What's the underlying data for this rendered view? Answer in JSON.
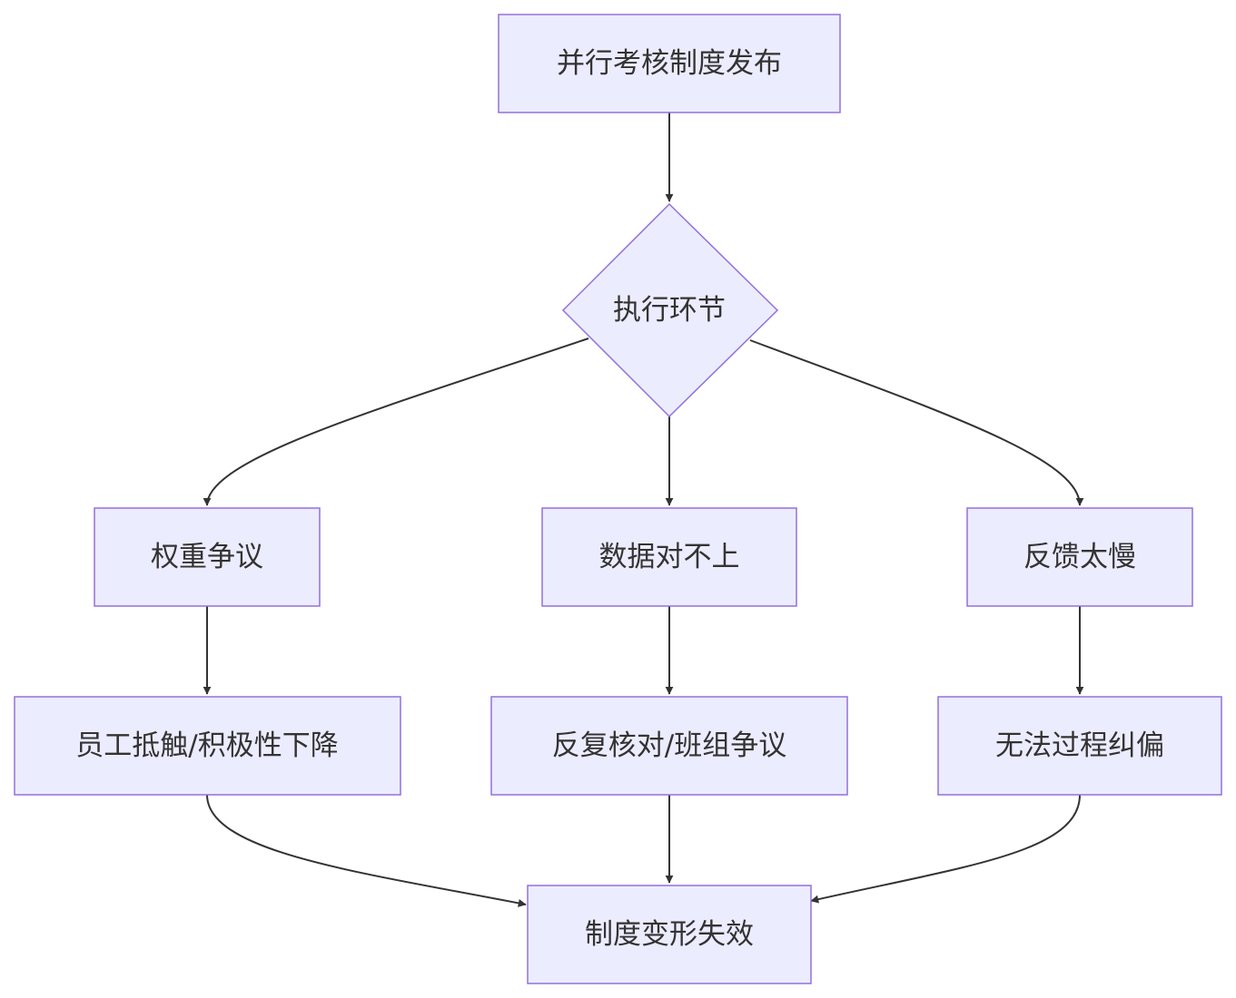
{
  "diagram": {
    "type": "flowchart",
    "nodes": {
      "start": {
        "label": "并行考核制度发布",
        "shape": "rect"
      },
      "execution": {
        "label": "执行环节",
        "shape": "diamond"
      },
      "weight_dispute": {
        "label": "权重争议",
        "shape": "rect"
      },
      "data_mismatch": {
        "label": "数据对不上",
        "shape": "rect"
      },
      "slow_feedback": {
        "label": "反馈太慢",
        "shape": "rect"
      },
      "employee_resistance": {
        "label": "员工抵触/积极性下降",
        "shape": "rect"
      },
      "repeated_check": {
        "label": "反复核对/班组争议",
        "shape": "rect"
      },
      "no_correction": {
        "label": "无法过程纠偏",
        "shape": "rect"
      },
      "system_failure": {
        "label": "制度变形失效",
        "shape": "rect"
      }
    },
    "edges": [
      {
        "from": "start",
        "to": "execution"
      },
      {
        "from": "execution",
        "to": "weight_dispute"
      },
      {
        "from": "execution",
        "to": "data_mismatch"
      },
      {
        "from": "execution",
        "to": "slow_feedback"
      },
      {
        "from": "weight_dispute",
        "to": "employee_resistance"
      },
      {
        "from": "data_mismatch",
        "to": "repeated_check"
      },
      {
        "from": "slow_feedback",
        "to": "no_correction"
      },
      {
        "from": "employee_resistance",
        "to": "system_failure"
      },
      {
        "from": "repeated_check",
        "to": "system_failure"
      },
      {
        "from": "no_correction",
        "to": "system_failure"
      }
    ]
  },
  "colors": {
    "node_fill": "#ececff",
    "node_stroke": "#9370db",
    "edge": "#333333",
    "text": "#333333"
  }
}
